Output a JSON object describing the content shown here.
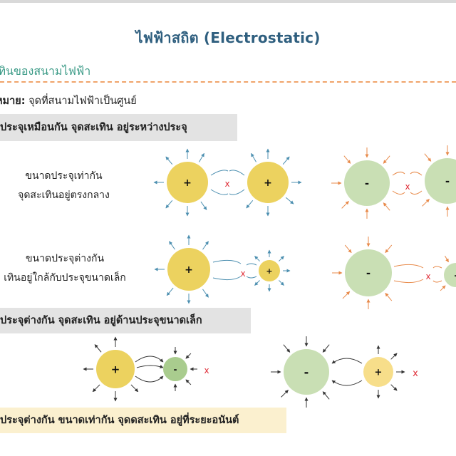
{
  "title": "ไฟฟ้าสถิต (Electrostatic)",
  "subtitle": "เทินของสนามไฟฟ้า",
  "note_label": "หมาย:",
  "note_text": " จุดที่สนามไฟฟ้าเป็นศูนย์",
  "section1": "ประจุเหมือนกัน จุดสะเทิน อยู่ระหว่างประจุ",
  "row1_line1": "ขนาดประจุเท่ากัน",
  "row1_line2": "จุดสะเทินอยู่ตรงกลาง",
  "row2_line1": "ขนาดประจุต่างกัน",
  "row2_line2": "เทินอยู่ใกล้กับประจุขนาดเล็ก",
  "section2": "ประจุต่างกัน จุดสะเทิน อยู่ด้านประจุขนาดเล็ก",
  "section3": "ประจุต่างกัน ขนาดเท่ากัน จุดดสะเทิน อยู่ที่ระยะอนันต์",
  "plus_sign": "+",
  "minus_sign": "-",
  "neutral_mark": "x",
  "colors": {
    "title": "#2f5f7f",
    "subtitle": "#3a9a86",
    "positive_fill": "#ecd25f",
    "positive_light_fill": "#f7de8a",
    "negative_fill": "#c9dfb4",
    "negative_dark_fill": "#a9cc8e",
    "field_blue": "#4c8fb0",
    "field_orange": "#e88a4a",
    "neutral_red": "#e0303a",
    "dash": "#f0a46a"
  }
}
